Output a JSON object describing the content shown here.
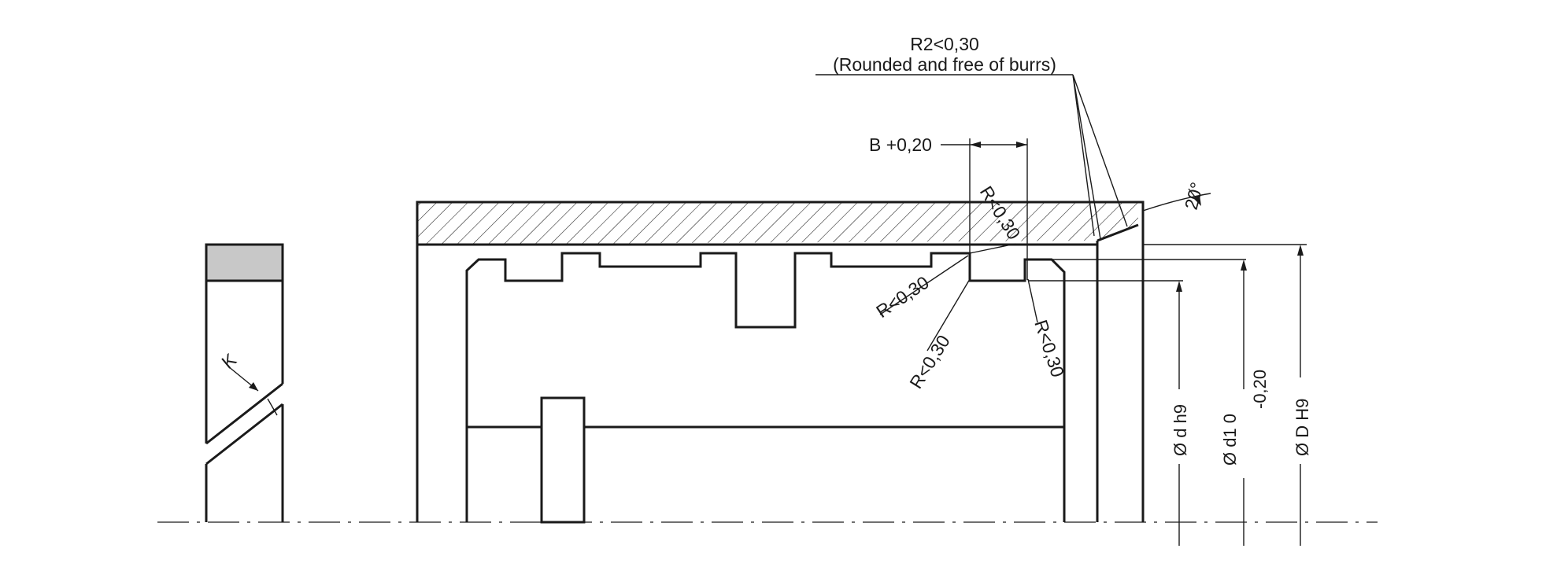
{
  "note": {
    "line1": "R2<0,30",
    "line2": "(Rounded and free of burrs)"
  },
  "labels": {
    "groove_width": "B +0,20",
    "angle": "20°",
    "radius_top": "R<0,30",
    "radius_mid": "R<0,30",
    "radius_left": "R<0,30",
    "radius_right": "R<0,30",
    "cut_k": "K",
    "dia_d": "Ø d h9",
    "dia_d1": "Ø d1  0",
    "dia_d1_tol": "-0,20",
    "dia_D": "Ø D H9"
  },
  "colors": {
    "line": "#1a1a1a",
    "seal_face": "#c8c8c8",
    "background": "#ffffff"
  }
}
